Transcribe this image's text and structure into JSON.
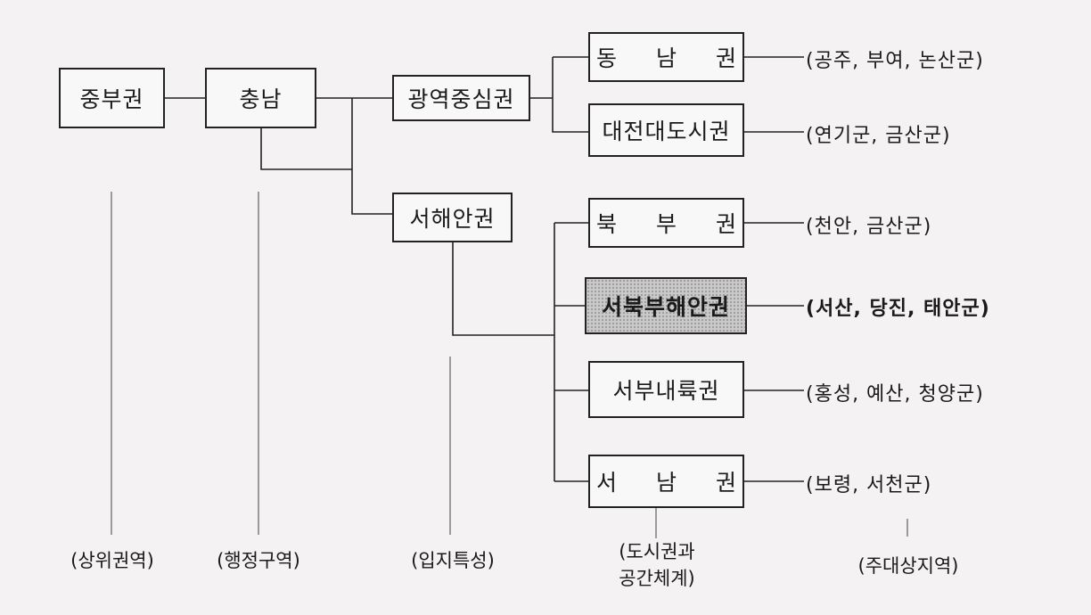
{
  "nodes": {
    "jungbu": "중부권",
    "chungnam": "충남",
    "gwangyeok": "광역중심권",
    "seohaean": "서해안권",
    "dongnam": "동 남 권",
    "daejeon": "대전대도시권",
    "bukbu": "북 부 권",
    "seobukbu": "서북부해안권",
    "seobunaeryuk": "서부내륙권",
    "seonam": "서 남 권"
  },
  "regions": {
    "dongnam": "(공주, 부여, 논산군)",
    "daejeon": "(연기군, 금산군)",
    "bukbu": "(천안, 금산군)",
    "seobukbu": "(서산, 당진, 태안군)",
    "seobunaeryuk": "(홍성, 예산, 청양군)",
    "seonam": "(보령, 서천군)"
  },
  "captions": {
    "upper": "(상위권역)",
    "admin": "(행정구역)",
    "location": "(입지특성)",
    "urban_line1": "(도시권과",
    "urban_line2": "공간체계)",
    "target": "(주대상지역)"
  }
}
